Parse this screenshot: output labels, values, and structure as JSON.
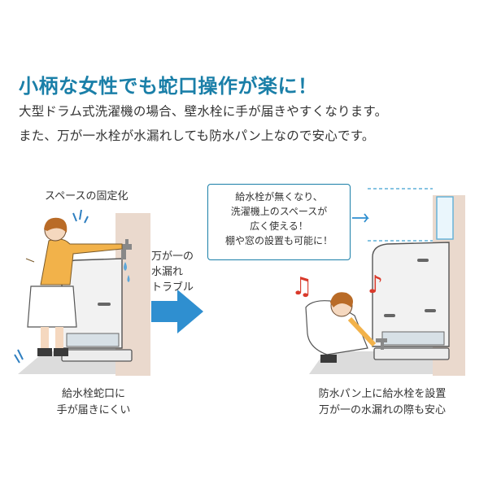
{
  "headline": {
    "title": "小柄な女性でも蛇口操作が楽に！",
    "line1": "大型ドラム式洗濯機の場合、壁水栓に手が届きやすくなります。",
    "line2": "また、万が一水栓が水漏れしても防水パン上なので安心です。"
  },
  "left_panel": {
    "note": "スペースの固定化",
    "caption": [
      "給水栓蛇口に",
      "手が届きにくい"
    ]
  },
  "middle": {
    "trouble": [
      "万が一の",
      "水漏れ",
      "トラブル"
    ]
  },
  "right_panel": {
    "bubble": [
      "給水栓が無くなり、",
      "洗濯機上のスペースが",
      "広く使える！",
      "棚や窓の設置も可能に！"
    ],
    "caption": [
      "防水パン上に給水栓を設置",
      "万が一の水漏れの際も安心"
    ]
  },
  "colors": {
    "accent": "#1a7fa8",
    "arrow": "#2f8fd0",
    "wall": "#e9d8cc",
    "floor": "#d9d9d9",
    "note_red": "#d93a2b"
  }
}
